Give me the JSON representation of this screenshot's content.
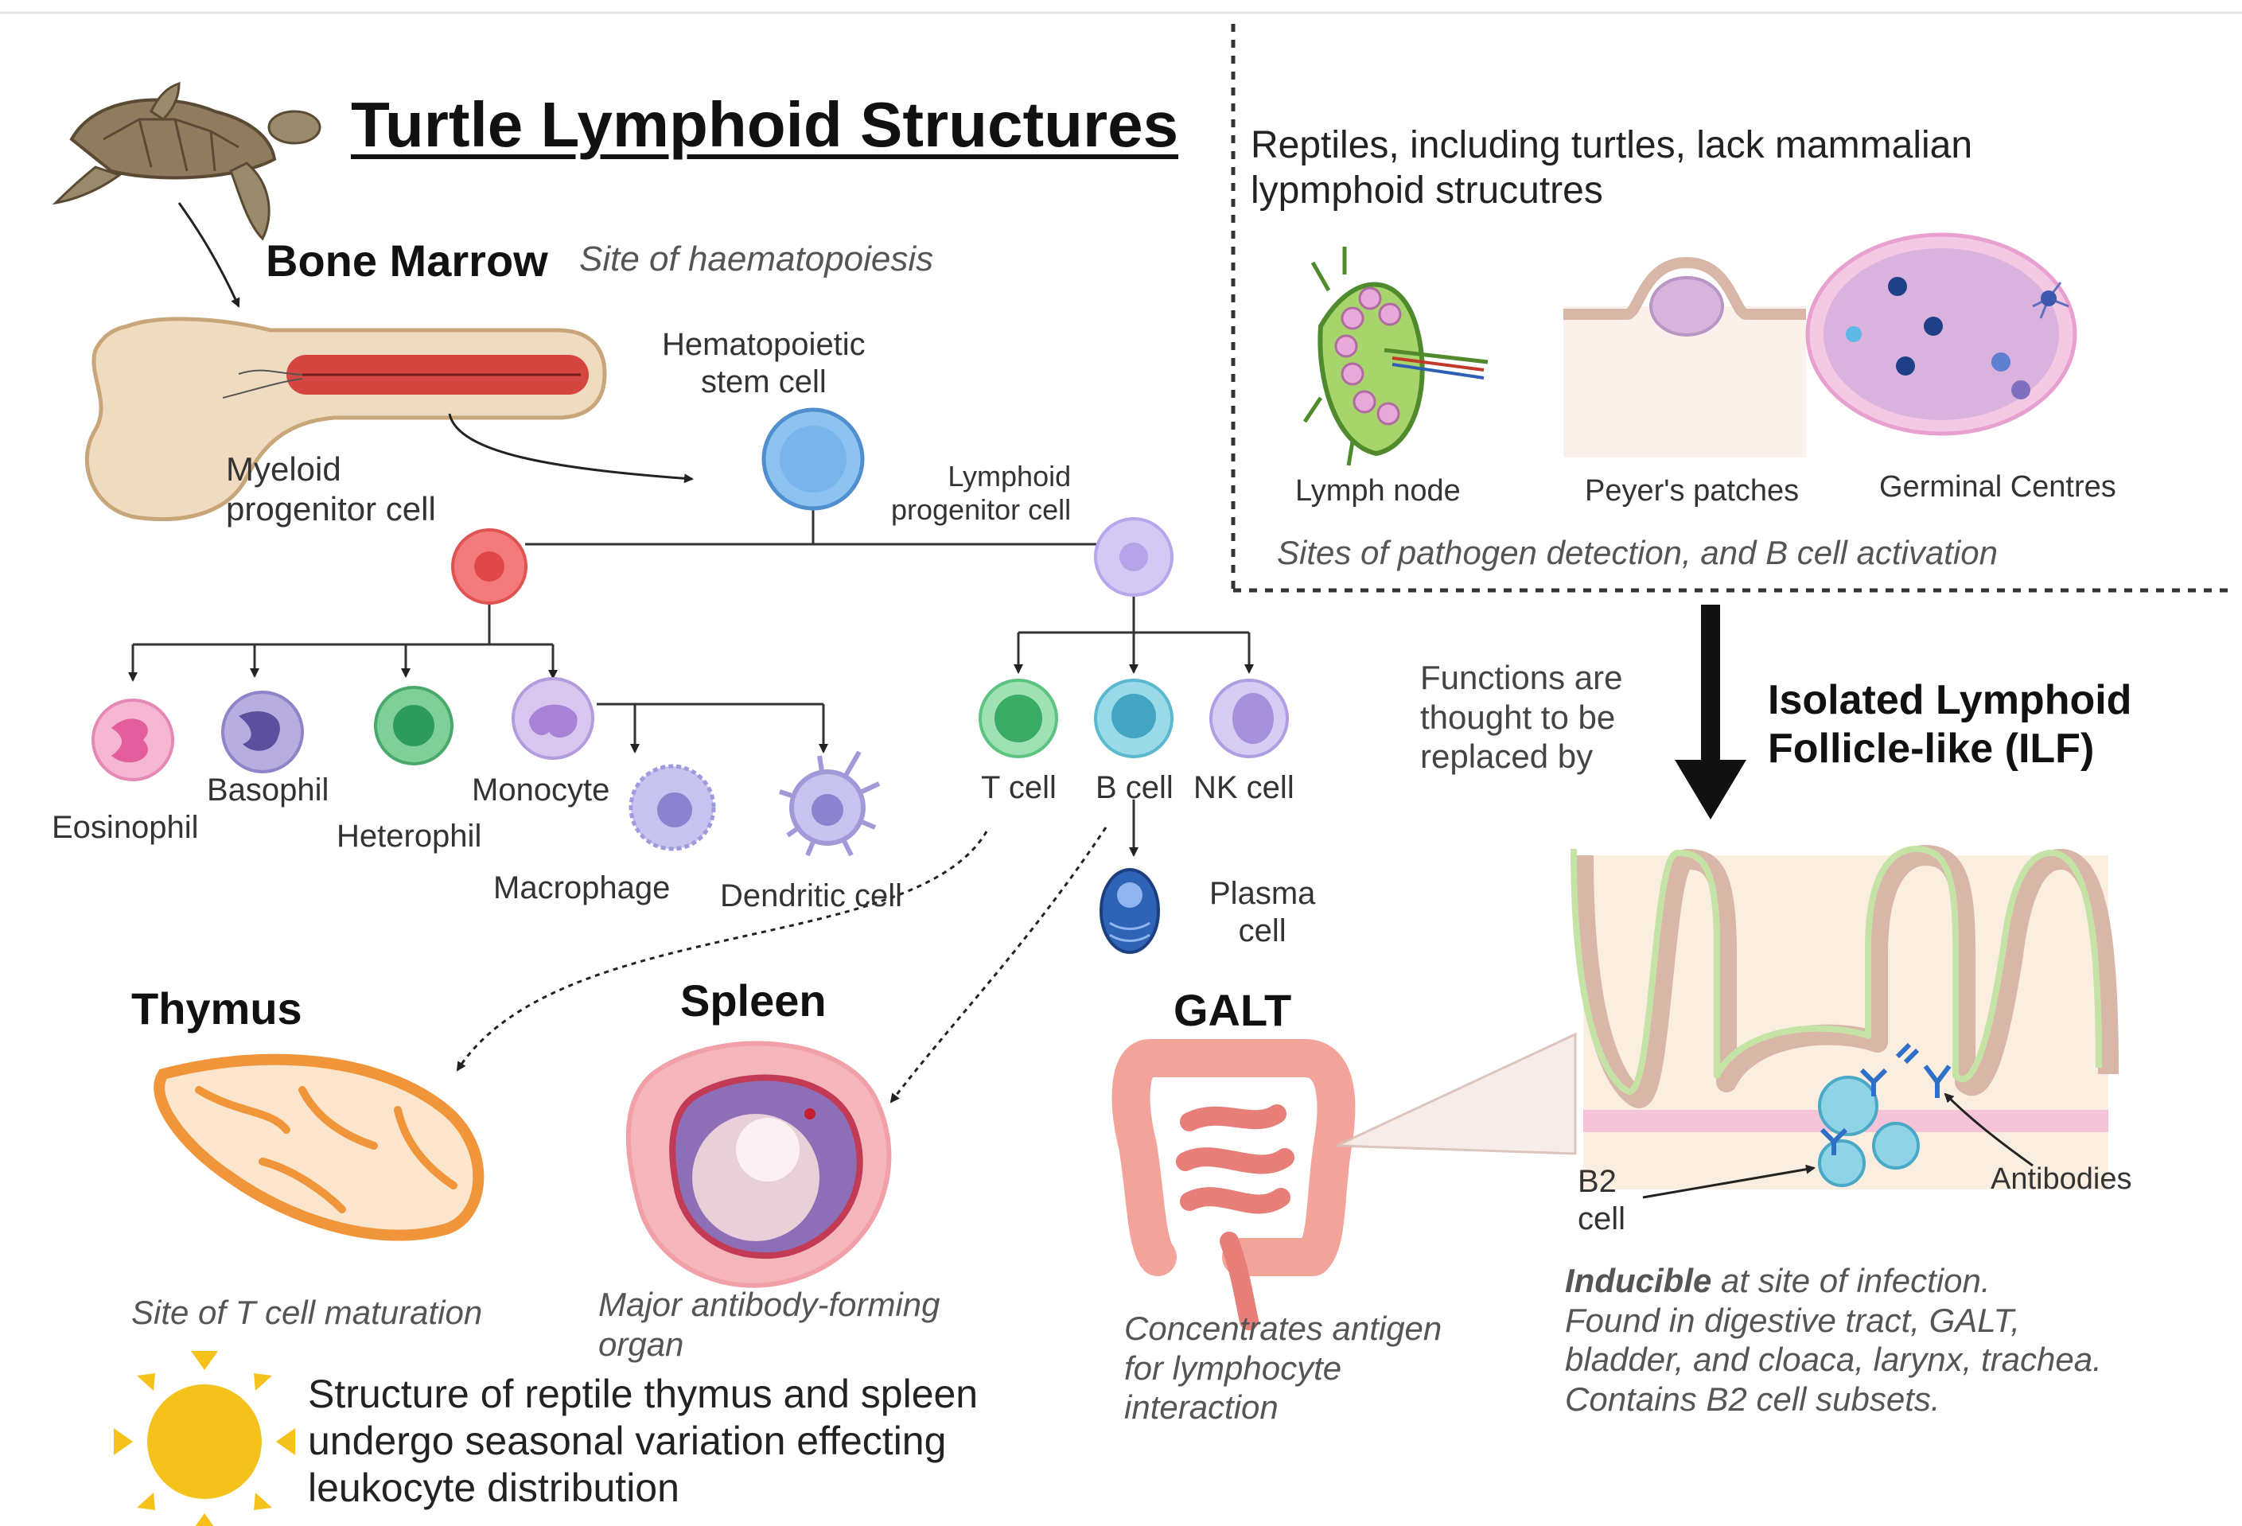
{
  "title": "Turtle Lymphoid Structures",
  "bone_marrow": {
    "heading": "Bone Marrow",
    "subtitle": "Site of haematopoiesis"
  },
  "cells": {
    "hsc": "Hematopoietic\nstem cell",
    "myeloid_progenitor": "Myeloid\nprogenitor cell",
    "lymphoid_progenitor": "Lymphoid\nprogenitor cell",
    "eosinophil": "Eosinophil",
    "basophil": "Basophil",
    "heterophil": "Heterophil",
    "monocyte": "Monocyte",
    "macrophage": "Macrophage",
    "dendritic": "Dendritic cell",
    "t_cell": "T cell",
    "b_cell": "B cell",
    "nk_cell": "NK cell",
    "plasma": "Plasma\ncell"
  },
  "organs": {
    "thymus": {
      "heading": "Thymus",
      "caption": "Site of T cell maturation"
    },
    "spleen": {
      "heading": "Spleen",
      "caption": "Major antibody-forming\norgan"
    },
    "galt": {
      "heading": "GALT",
      "caption": "Concentrates antigen\nfor lymphocyte\ninteraction"
    }
  },
  "seasonal_note": "Structure of reptile thymus and spleen\nundergo seasonal variation effecting\nleukocyte distribution",
  "mammalian_panel": {
    "statement": "Reptiles, including turtles, lack mammalian\nlypmphoid strucutres",
    "structures": [
      "Lymph node",
      "Peyer's patches",
      "Germinal Centres"
    ],
    "caption": "Sites of pathogen detection, and B cell activation"
  },
  "replacement": {
    "text": "Functions are\nthought to be\nreplaced by",
    "ilf_heading": "Isolated Lymphoid\nFollicle-like (ILF)"
  },
  "ilf_labels": {
    "b2_cell": "B2\ncell",
    "antibodies": "Antibodies"
  },
  "ilf_description": {
    "lead": "Inducible",
    "rest": " at site of infection.\nFound in digestive tract, GALT,\nbladder, and cloaca, larynx, trachea.\nContains B2 cell subsets."
  },
  "colors": {
    "myeloid": "#f47b7b",
    "lymphoid": "#d4c8f5",
    "hsc": "#8ec2f0",
    "thymus": "#f0953a",
    "galt": "#f2a39a",
    "sun": "#f5c21b"
  }
}
